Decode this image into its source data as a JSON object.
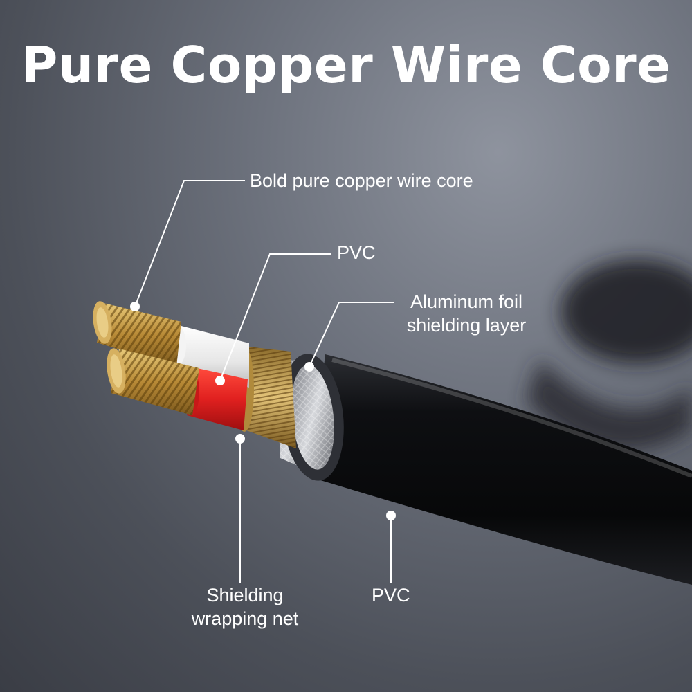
{
  "headline": "Pure Copper Wire Core",
  "callouts": {
    "copper_core": "Bold pure copper wire core",
    "inner_pvc": "PVC",
    "foil_line1": "Aluminum foil",
    "foil_line2": "shielding layer",
    "net_line1": "Shielding",
    "net_line2": "wrapping net",
    "outer_pvc": "PVC"
  },
  "colors": {
    "copper": "#c9a24e",
    "insulation_red": "#e0201f",
    "insulation_white": "#ececec",
    "jacket": "#15161a",
    "foil": "#b9bcc2"
  }
}
